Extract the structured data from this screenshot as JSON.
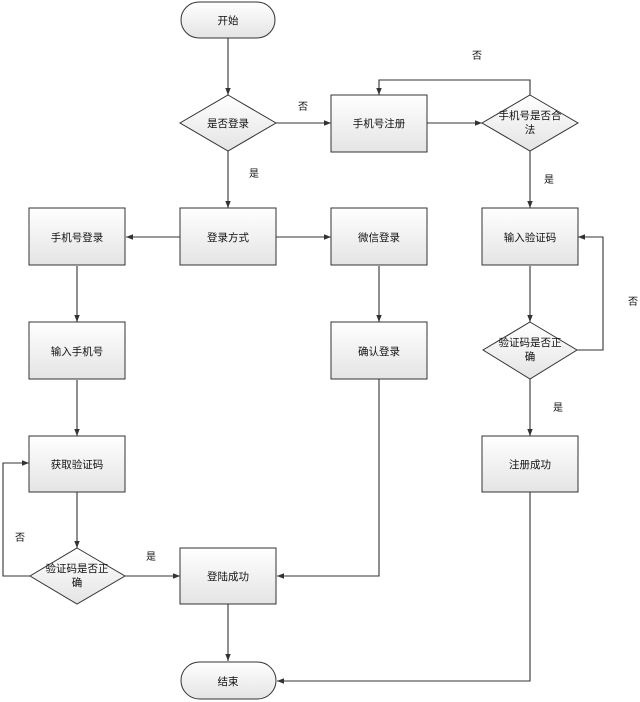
{
  "nodes": {
    "start": "开始",
    "is_logged_in": "是否登录",
    "login_method": "登录方式",
    "phone_login": "手机号登录",
    "wechat_login": "微信登录",
    "enter_phone": "输入手机号",
    "confirm_login": "确认登录",
    "get_code": "获取验证码",
    "code_correct_left": [
      "验证码是否正",
      "确"
    ],
    "login_success": "登陆成功",
    "end": "结束",
    "phone_register": "手机号注册",
    "phone_valid": [
      "手机号是否合",
      "法"
    ],
    "enter_code": "输入验证码",
    "code_correct_right": [
      "验证码是否正",
      "确"
    ],
    "register_success": "注册成功"
  },
  "edge_labels": {
    "is_logged_in_no": "否",
    "is_logged_in_yes": "是",
    "phone_valid_no": "否",
    "phone_valid_yes": "是",
    "code_right_no": "否",
    "code_right_yes": "是",
    "code_left_no": "否",
    "code_left_yes": "是"
  },
  "colors": {
    "stroke": "#333333",
    "fill_top": "#ffffff",
    "fill_bottom": "#e4e4e4"
  }
}
